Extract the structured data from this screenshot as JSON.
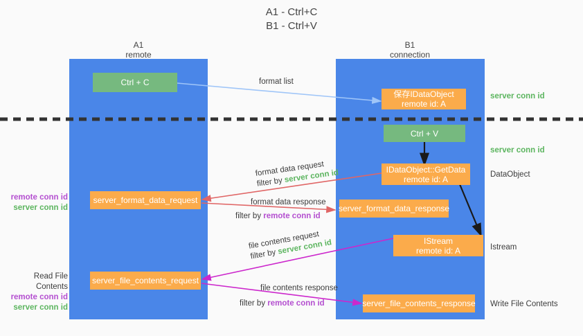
{
  "title": {
    "line1": "A1 - Ctrl+C",
    "line2": "B1 - Ctrl+V"
  },
  "columns": [
    {
      "name": "A1",
      "sub": "remote"
    },
    {
      "name": "B1",
      "sub": "connection"
    }
  ],
  "nodes": {
    "ctrl_c": {
      "label": "Ctrl + C"
    },
    "save_idataobject": {
      "label": "保存IDataObject",
      "sub": "remote id: A"
    },
    "ctrl_v": {
      "label": "Ctrl + V"
    },
    "getdata": {
      "label": "IDataObject::GetData",
      "sub": "remote id: A"
    },
    "server_format_data_request": {
      "label": "server_format_data_request"
    },
    "server_format_data_response": {
      "label": "server_format_data_response"
    },
    "istream": {
      "label": "IStream",
      "sub": "remote id: A"
    },
    "server_file_contents_request": {
      "label": "server_file_contents_request"
    },
    "server_file_contents_response": {
      "label": "server_file_contents_response"
    }
  },
  "right_labels": [
    {
      "text": "server conn id",
      "kind": "green"
    },
    {
      "text": "server conn id",
      "kind": "green"
    },
    {
      "text": "DataObject",
      "kind": "plain"
    },
    {
      "text": "Istream",
      "kind": "plain"
    },
    {
      "text": "Write File Contents",
      "kind": "plain"
    }
  ],
  "left_labels": {
    "group1": {
      "remote": "remote conn id",
      "server": "server conn id"
    },
    "group2": {
      "heading": "Read File Contents",
      "remote": "remote conn id",
      "server": "server conn id"
    }
  },
  "edges": [
    {
      "id": "format-list",
      "label": "format list"
    },
    {
      "id": "format-data-request",
      "label": "format data request",
      "filter_prefix": "filter by ",
      "filter_value": "server conn id",
      "filter_kind": "green"
    },
    {
      "id": "format-data-response",
      "label": "format data response",
      "filter_prefix": "filter by ",
      "filter_value": "remote conn id",
      "filter_kind": "purple"
    },
    {
      "id": "file-contents-request",
      "label": "file contents request",
      "filter_prefix": "filter by ",
      "filter_value": "server conn id",
      "filter_kind": "green"
    },
    {
      "id": "file-contents-response",
      "label": "file contents response",
      "filter_prefix": "filter by ",
      "filter_value": "remote conn id",
      "filter_kind": "purple"
    }
  ],
  "colors": {
    "panel": "#4a86e8",
    "green_node": "#76b97f",
    "orange_node": "#fbab4b",
    "light_blue_arrow": "#9fc5f8",
    "red_arrow": "#e06666",
    "magenta_arrow": "#cc27cc",
    "black_arrow": "#1a1a1a",
    "divider": "#333333",
    "green_text": "#5cb55f",
    "purple_text": "#b44fd0",
    "background": "#fafafa"
  }
}
